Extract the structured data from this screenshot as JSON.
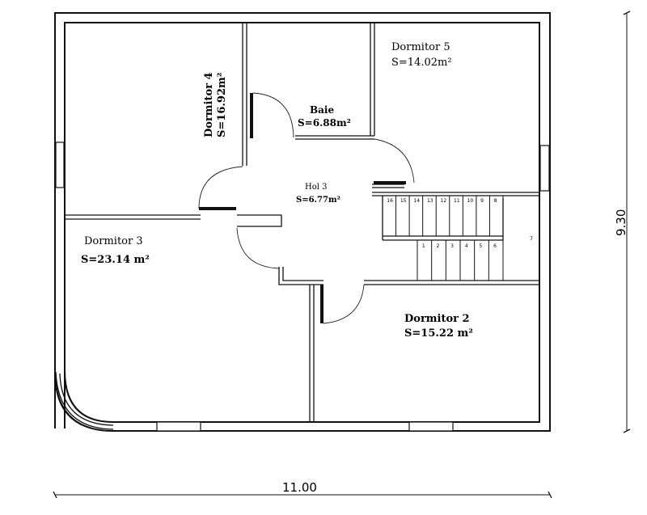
{
  "rooms": {
    "dormitor4": {
      "name": "Dormitor 4",
      "area": "S=16.92m²"
    },
    "dormitor5": {
      "name": "Dormitor 5",
      "area": "S=14.02m²"
    },
    "baie": {
      "name": "Baie",
      "area": "S=6.88m²"
    },
    "hol3": {
      "name": "Hol 3",
      "area": "S=6.77m²"
    },
    "dormitor3": {
      "name": "Dormitor 3",
      "area": "S=23.14 m²"
    },
    "dormitor2": {
      "name": "Dormitor 2",
      "area": "S=15.22 m²"
    }
  },
  "stairs": {
    "upper_steps": [
      "16",
      "15",
      "14",
      "13",
      "12",
      "11",
      "10",
      "9",
      "8"
    ],
    "lower_steps": [
      "1",
      "2",
      "3",
      "4",
      "5",
      "6"
    ],
    "landing": "7"
  },
  "dimensions": {
    "width": "11.00",
    "height": "9.30"
  }
}
